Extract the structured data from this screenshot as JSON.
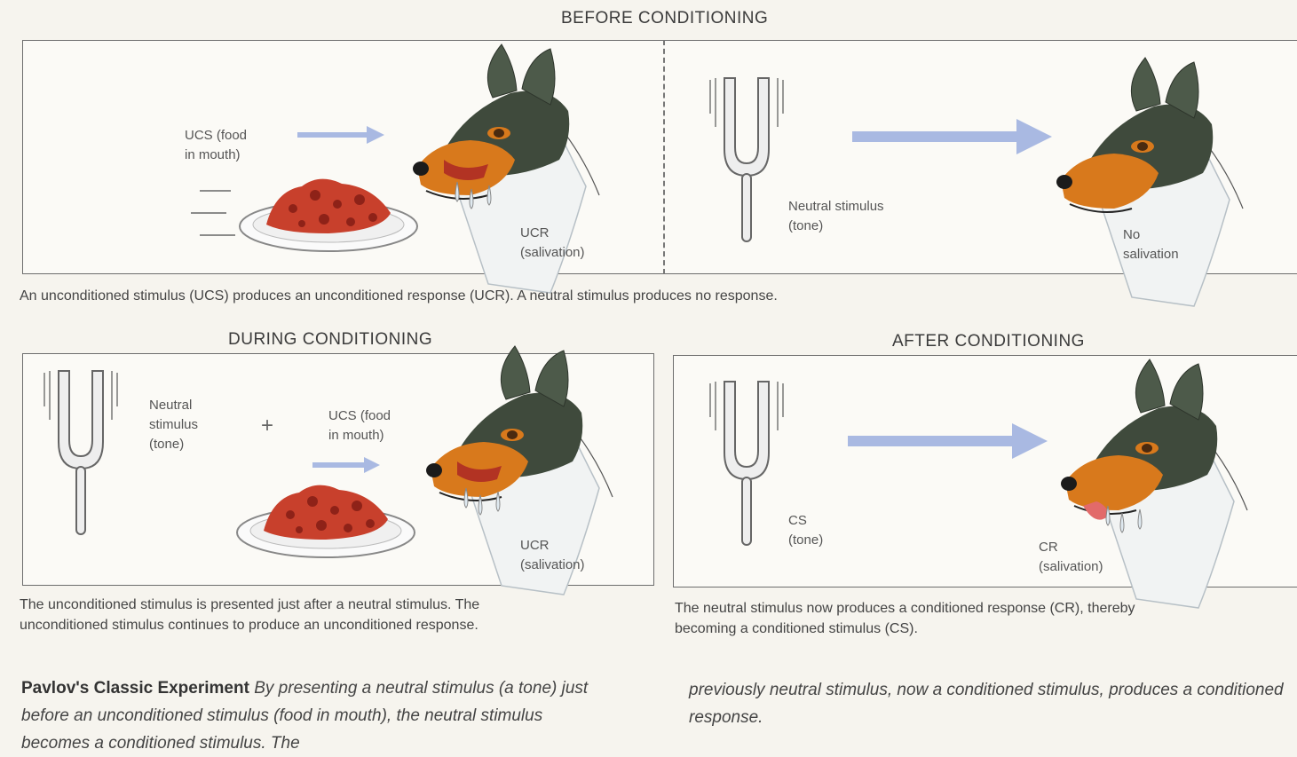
{
  "headings": {
    "before": "BEFORE CONDITIONING",
    "during": "DURING CONDITIONING",
    "after": "AFTER CONDITIONING"
  },
  "labels": {
    "ucs_top": "UCS (food\nin mouth)",
    "ucr_top": "UCR\n(salivation)",
    "neutral_top": "Neutral stimulus\n(tone)",
    "no_salivation": "No\nsalivation",
    "neutral_mid": "Neutral\nstimulus\n(tone)",
    "plus": "+",
    "ucs_mid": "UCS (food\nin mouth)",
    "ucr_mid": "UCR\n(salivation)",
    "cs": "CS\n(tone)",
    "cr": "CR\n(salivation)"
  },
  "captions": {
    "before": "An unconditioned stimulus (UCS) produces an unconditioned response (UCR). A neutral stimulus produces no response.",
    "during": "The unconditioned stimulus is presented just after a neutral stimulus. The unconditioned stimulus continues to produce an unconditioned response.",
    "after": "The neutral stimulus now produces a conditioned response (CR), thereby becoming a conditioned stimulus (CS)."
  },
  "legend": {
    "title": "Pavlov's Classic Experiment",
    "text_left": "By presenting a neutral stimulus (a tone) just before an unconditioned stimulus (food in mouth), the neutral stimulus becomes a conditioned stimulus. The",
    "text_right": "previously neutral stimulus, now a conditioned stimulus, produces a conditioned response."
  },
  "colors": {
    "arrow": "#a9b9e2",
    "dog_dark": "#3f4a3c",
    "dog_tan": "#d8791c",
    "food": "#c8402c"
  },
  "icons": [
    "dog-head-icon",
    "tuning-fork-icon",
    "food-plate-icon",
    "arrow-icon",
    "saliva-drop-icon"
  ]
}
